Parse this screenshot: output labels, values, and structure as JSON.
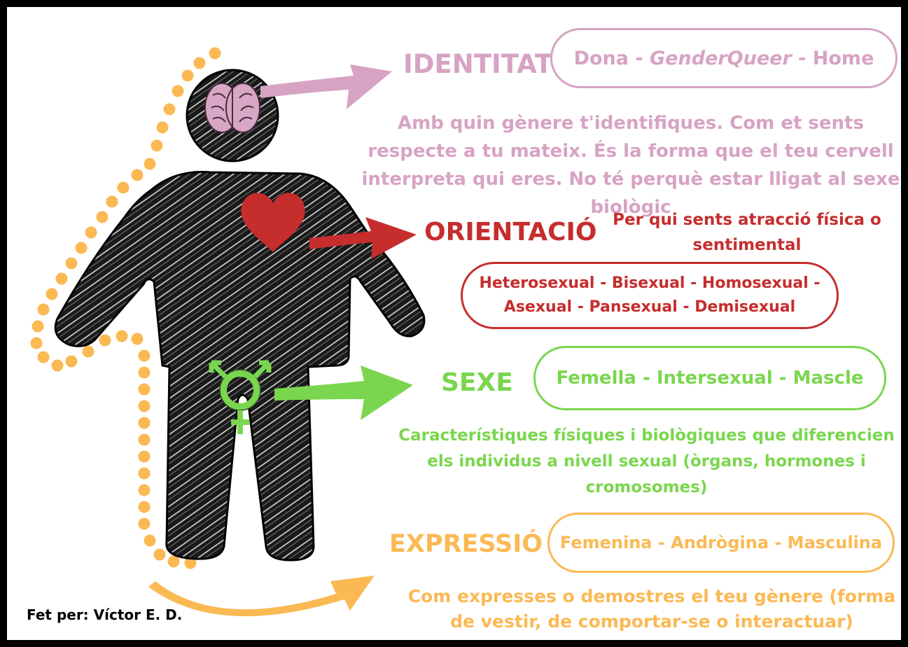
{
  "colors": {
    "identity": "#d7a3c3",
    "orientation": "#c62d2d",
    "sex": "#7ad64e",
    "expression": "#fbb954",
    "figure": "#111111"
  },
  "identitat": {
    "title": "IDENTITAT",
    "options_pre": "Dona - ",
    "options_em": "GenderQueer",
    "options_post": " - Home",
    "description": "Amb quin gènere t'identifiques. Com et sents respecte a tu mateix. És la forma que el teu cervell interpreta qui eres. No té perquè estar lligat al sexe biològic",
    "icon": "brain-icon"
  },
  "orientacio": {
    "title": "ORIENTACIÓ",
    "description": "Per qui sents atracció física o sentimental",
    "options": "Heterosexual - Bisexual - Homosexual - Asexual - Pansexual - Demisexual",
    "icon": "heart-icon"
  },
  "sexe": {
    "title": "SEXE",
    "options": "Femella - Intersexual - Mascle",
    "description": "Característiques físiques i biològiques que diferencien els individus a nivell sexual (òrgans, hormones i cromosomes)",
    "icon": "transgender-symbol-icon"
  },
  "expressio": {
    "title": "EXPRESSIÓ",
    "options": "Femenina - Andrògina - Masculina",
    "description": "Com expresses o demostres el teu gènere (forma de vestir, de comportar-se o interactuar)"
  },
  "credit": "Fet per: Víctor E. D."
}
